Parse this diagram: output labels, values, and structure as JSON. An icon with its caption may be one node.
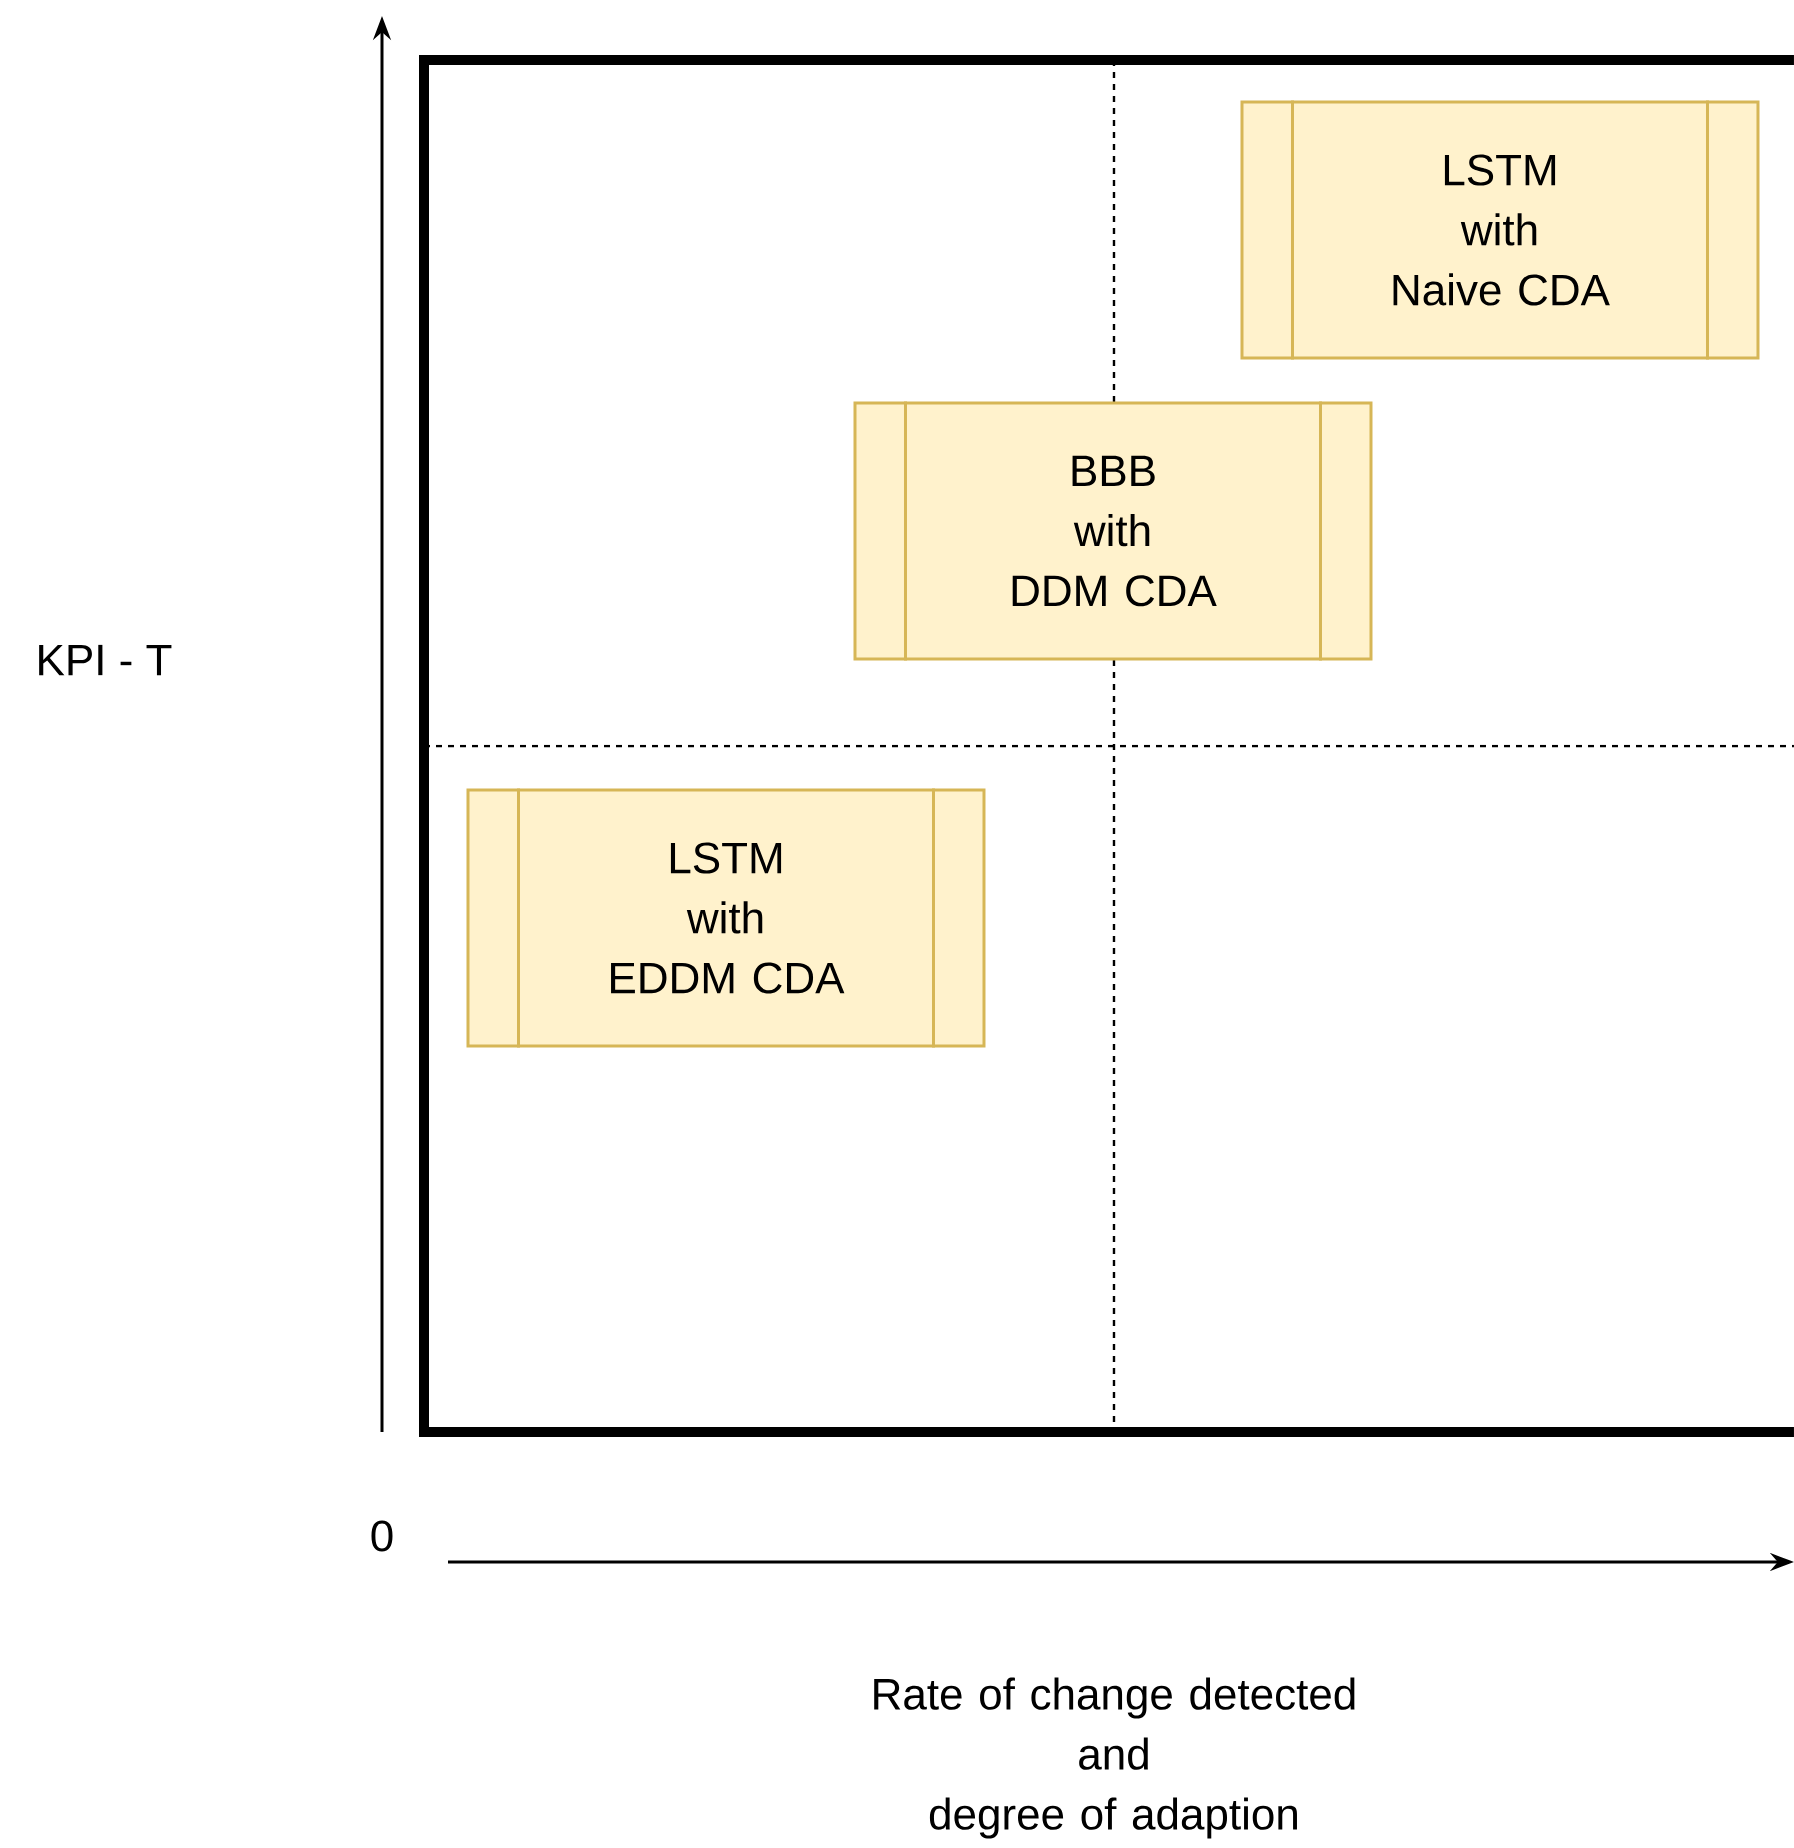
{
  "diagram": {
    "nodes": [
      {
        "text": [
          "LSTM with Naive CDA"
        ]
      },
      {
        "text": [
          "BBB with DDM CDA"
        ]
      },
      {
        "text": [
          "LSTM with EDDM CDA"
        ]
      }
    ],
    "edges": [],
    "labels": [
      "KPI - T",
      "0",
      "Rate of change detected and degree of adaption"
    ]
  }
}
